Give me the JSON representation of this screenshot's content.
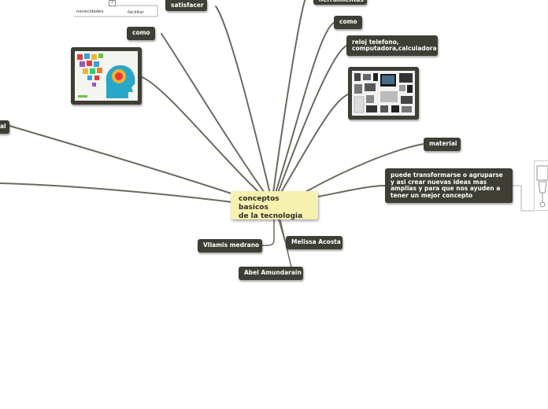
{
  "map": {
    "central": {
      "line1": "conceptos basicos",
      "line2": "de la tecnologia"
    },
    "nodes": {
      "satisfacer": "satisfacer",
      "herramientas": "herramientas",
      "como_left": "como",
      "como_right": "como",
      "reloj": "reloj telefono, computadora,calculadora",
      "material": "material",
      "transformarse": "puede transformarse o agruparse y asi crear nuevas ideas mas amplias y para que nos ayuden a tener un mejor concepto",
      "vilamis": "VIlamis medrano",
      "melissa": "Melissa Acosta",
      "abel": "Abel Amundarain",
      "left_cut": "al"
    },
    "small": {
      "necesidades": "nececidades",
      "facilitar": "facilitar",
      "badge": "2"
    }
  },
  "colors": {
    "node_bg": "#3f3e35",
    "central_bg": "#f7f1b0",
    "line": "#6b6a5d"
  }
}
